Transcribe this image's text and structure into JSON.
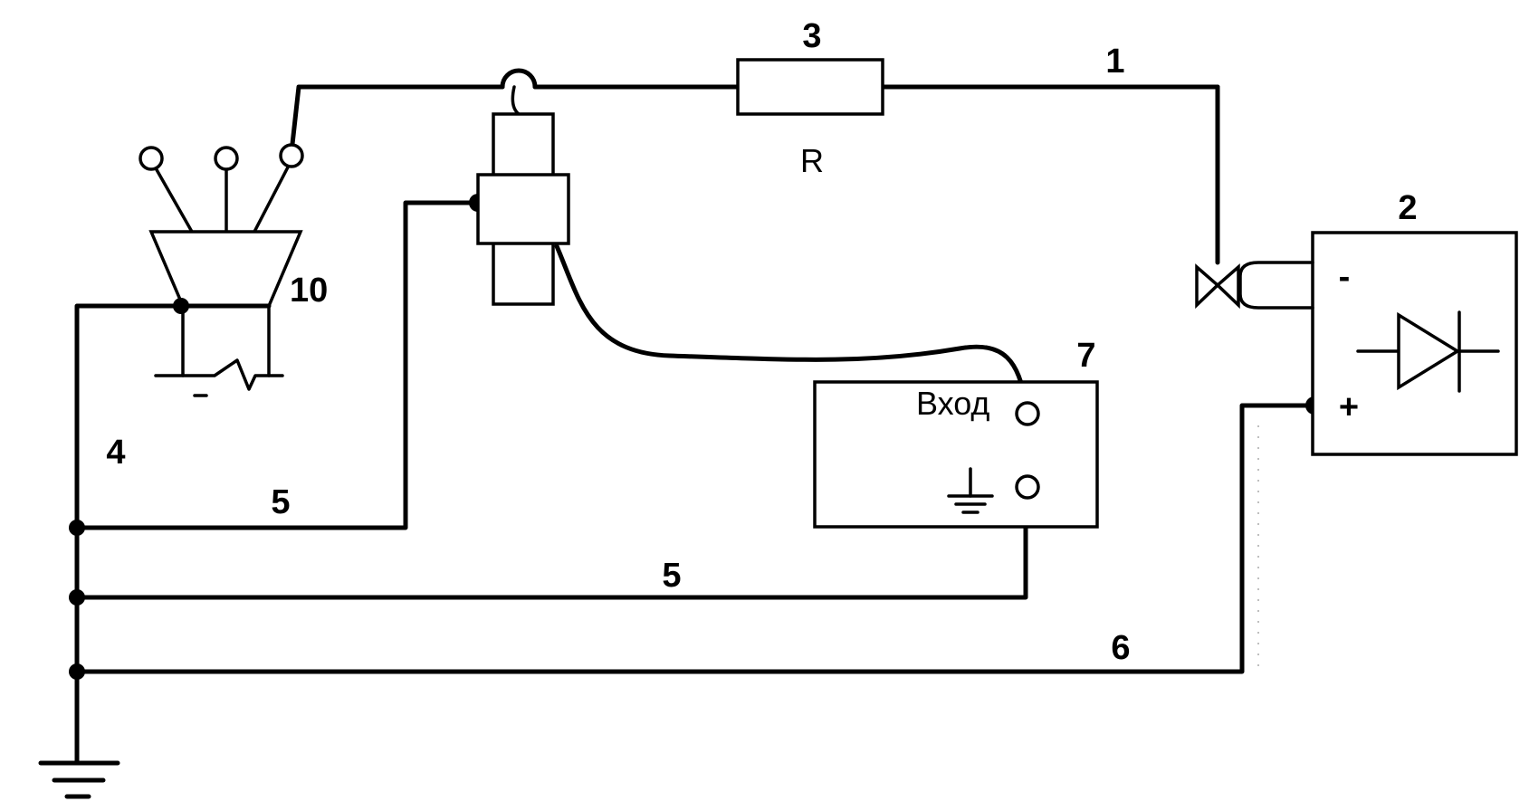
{
  "labels": {
    "resistor_number": "3",
    "resistor_symbol": "R",
    "wire_1": "1",
    "rectifier_number": "2",
    "rectifier_minus": "-",
    "rectifier_plus": "+",
    "plug_number": "10",
    "ground_wire_number": "4",
    "wire_5_upper": "5",
    "wire_5_lower": "5",
    "wire_6": "6",
    "device_number": "7",
    "device_input": "Вход"
  }
}
